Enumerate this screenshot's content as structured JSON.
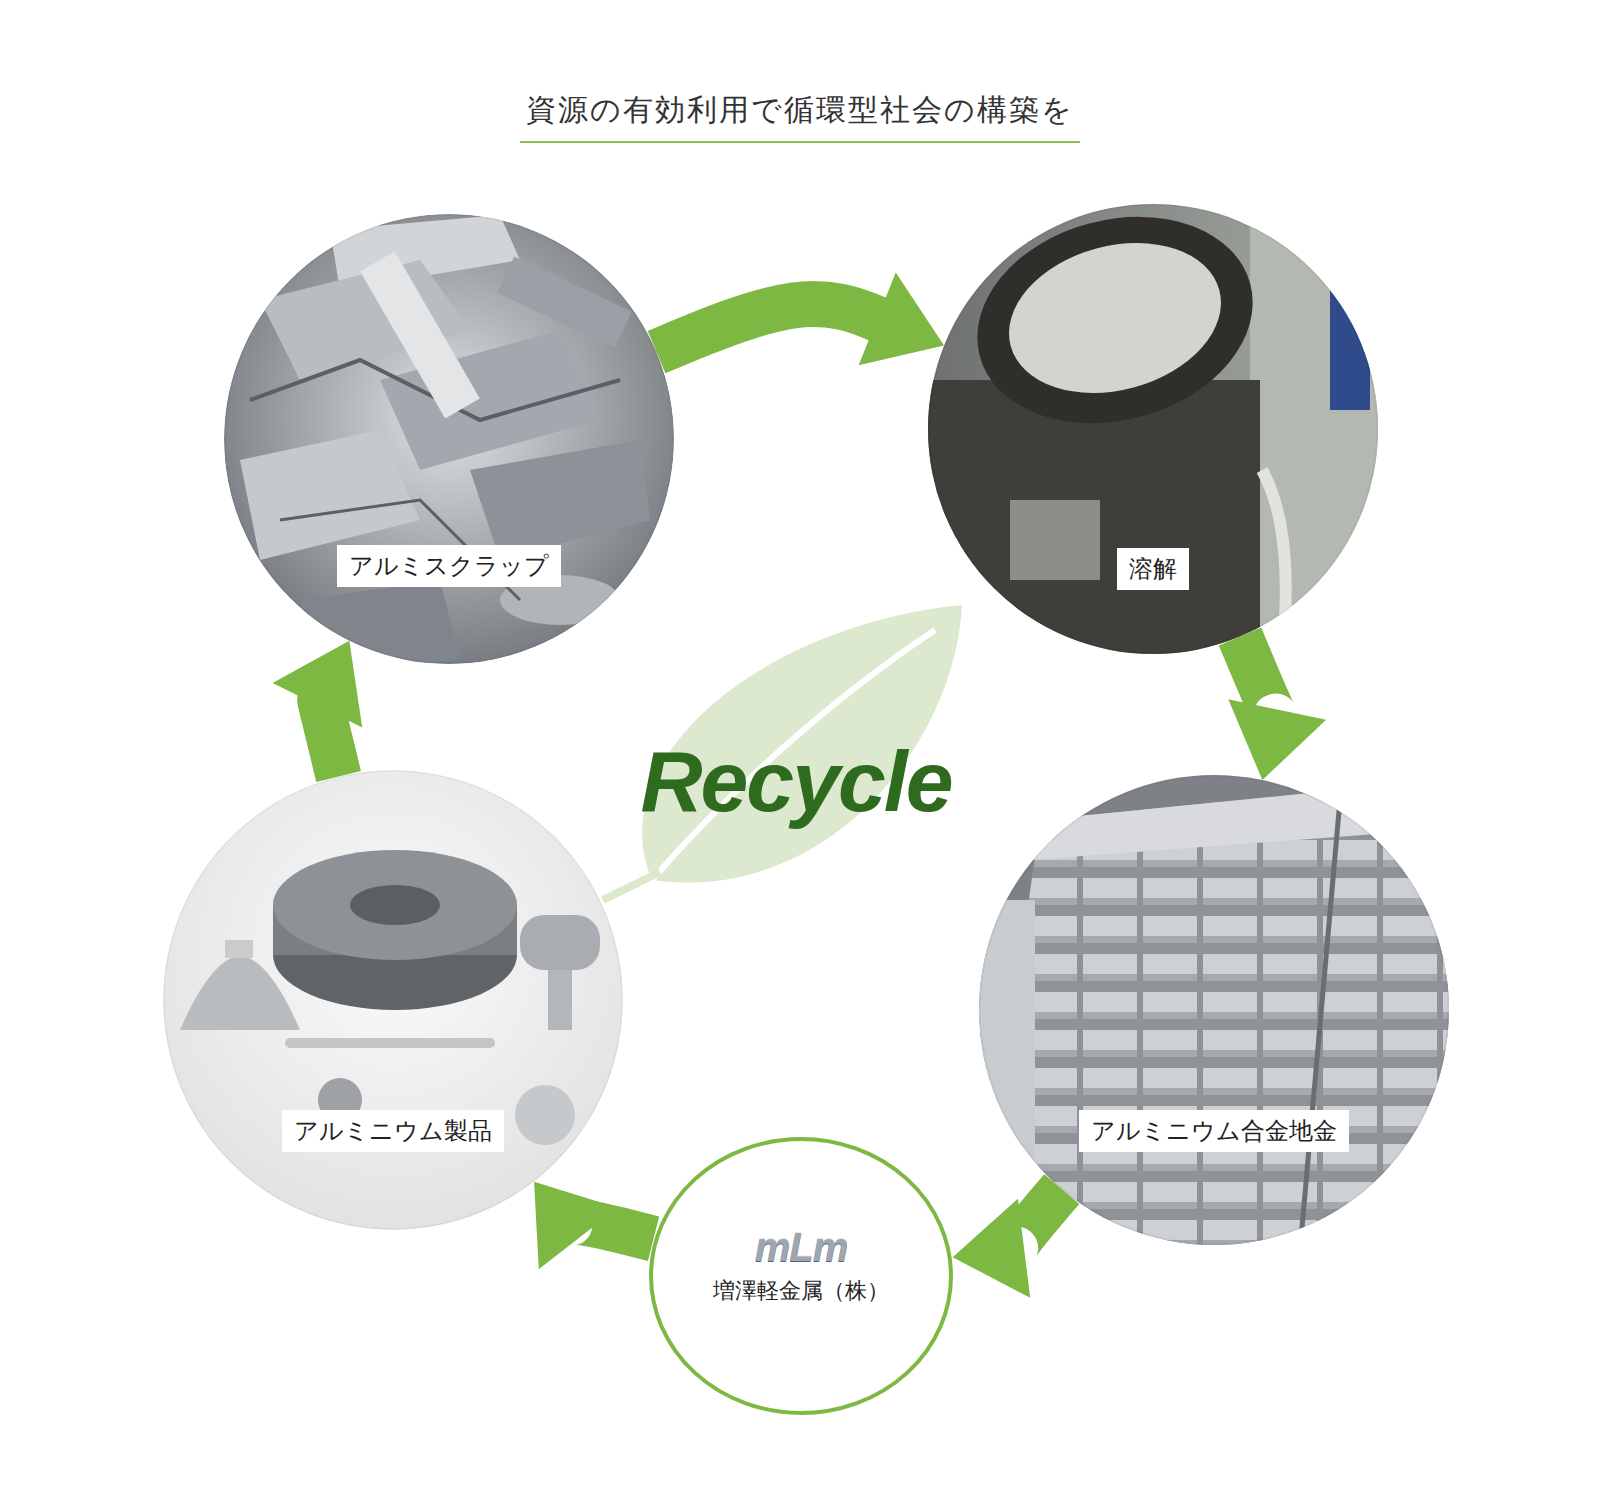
{
  "diagram": {
    "title": "資源の有効利用で循環型社会の構築を",
    "nodes": [
      {
        "text": [
          "アルミスクラップ"
        ]
      },
      {
        "text": [
          "溶解"
        ]
      },
      {
        "text": [
          "アルミニウム合金地金"
        ]
      },
      {
        "text": [
          "mLm",
          "増澤軽金属（株）"
        ]
      },
      {
        "text": [
          "アルミニウム製品"
        ]
      }
    ],
    "edges": [
      {
        "from": 0,
        "to": 1,
        "arrow": "to"
      },
      {
        "from": 1,
        "to": 2,
        "arrow": "to"
      },
      {
        "from": 2,
        "to": 3,
        "arrow": "to"
      },
      {
        "from": 3,
        "to": 4,
        "arrow": "to"
      },
      {
        "from": 4,
        "to": 0,
        "arrow": "to"
      }
    ],
    "labels": [
      "Recycle"
    ]
  }
}
